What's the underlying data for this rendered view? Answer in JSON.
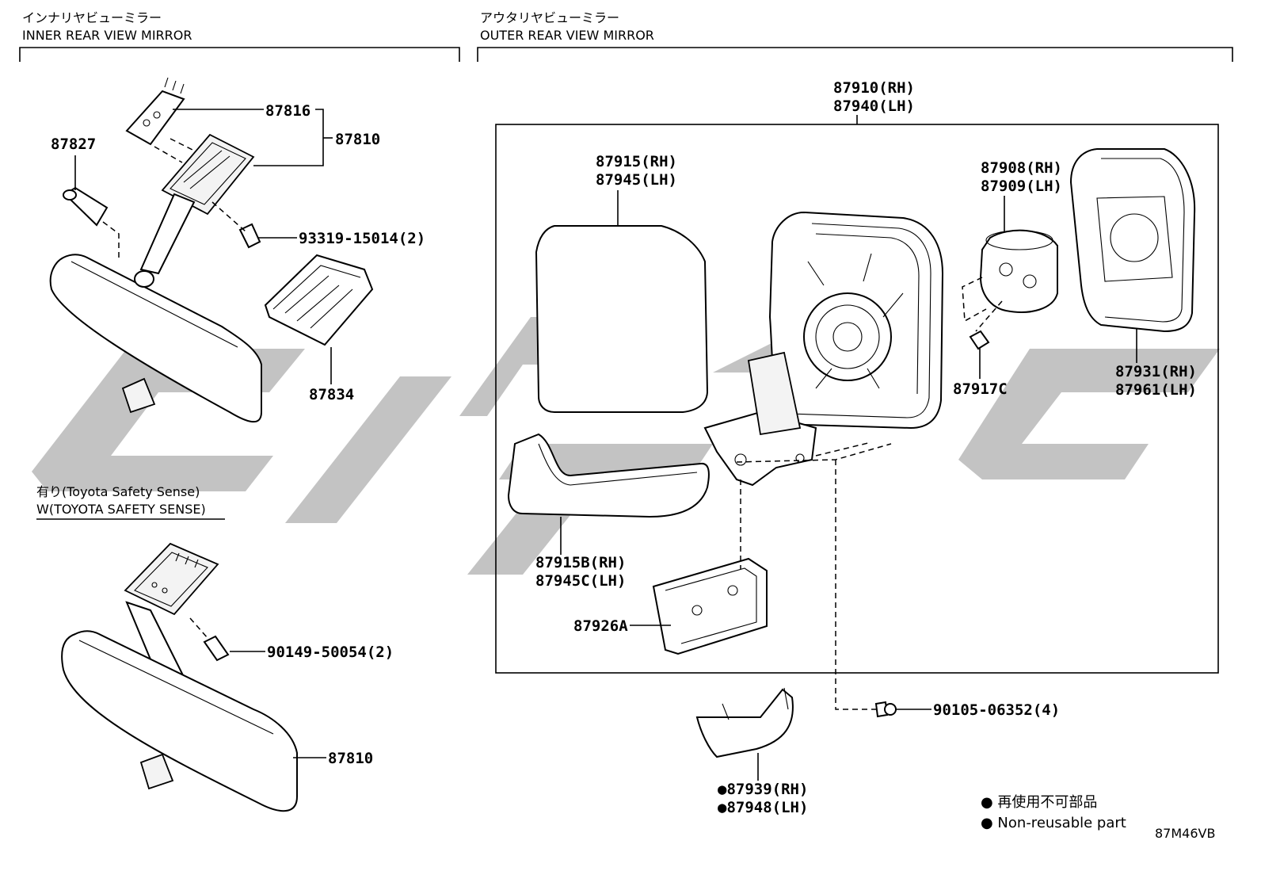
{
  "sections": {
    "inner": {
      "title_jp": "インナリヤビューミラー",
      "title_en": "INNER REAR VIEW MIRROR"
    },
    "outer": {
      "title_jp": "アウタリヤビューミラー",
      "title_en": "OUTER REAR VIEW MIRROR"
    },
    "variant": {
      "title_jp": "有り(Toyota Safety Sense)",
      "title_en": "W(TOYOTA SAFETY SENSE)"
    }
  },
  "parts": {
    "p87816": "87816",
    "p87810": "87810",
    "p87827": "87827",
    "p93319": "93319-15014(2)",
    "p87834": "87834",
    "p90149": "90149-50054(2)",
    "p87810b": "87810",
    "p87910": "87910(RH)",
    "p87940": "87940(LH)",
    "p87915": "87915(RH)",
    "p87945": "87945(LH)",
    "p87908": "87908(RH)",
    "p87909": "87909(LH)",
    "p87917c": "87917C",
    "p87931": "87931(RH)",
    "p87961": "87961(LH)",
    "p87915b": "87915B(RH)",
    "p87945c": "87945C(LH)",
    "p87926a": "87926A",
    "p90105": "90105-06352(4)",
    "p87939": "●87939(RH)",
    "p87948": "●87948(LH)"
  },
  "legend": {
    "jp": "● 再使用不可部品",
    "en": "● Non-reusable part"
  },
  "diagram_code": "87M46VB"
}
